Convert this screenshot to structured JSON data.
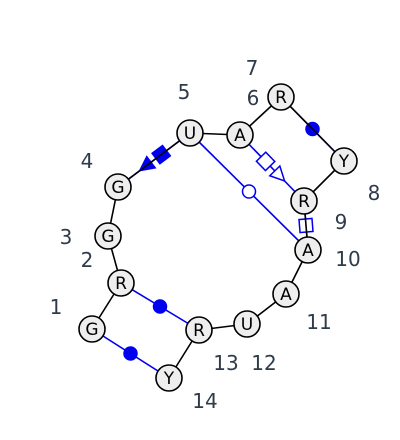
{
  "colors": {
    "interaction": "#0000ee",
    "backbone": "#000000",
    "node_fill": "#eeeeee",
    "label": "#2f3b4a"
  },
  "nucleotides": [
    {
      "index": "1",
      "letter": "G"
    },
    {
      "index": "2",
      "letter": "R"
    },
    {
      "index": "3",
      "letter": "G"
    },
    {
      "index": "4",
      "letter": "G"
    },
    {
      "index": "5",
      "letter": "U"
    },
    {
      "index": "6",
      "letter": "A"
    },
    {
      "index": "7",
      "letter": "R"
    },
    {
      "index": "8",
      "letter": "Y"
    },
    {
      "index": "9",
      "letter": "R"
    },
    {
      "index": "10",
      "letter": "A"
    },
    {
      "index": "11",
      "letter": "A"
    },
    {
      "index": "12",
      "letter": "U"
    },
    {
      "index": "13",
      "letter": "R"
    },
    {
      "index": "14",
      "letter": "Y"
    }
  ],
  "interactions": [
    {
      "from": "1",
      "to": "14",
      "symbol": "circle-filled"
    },
    {
      "from": "2",
      "to": "13",
      "symbol": "circle-filled"
    },
    {
      "from": "7",
      "to": "8",
      "symbol": "circle-filled"
    },
    {
      "from": "5",
      "to": "4",
      "symbol": "square-triangle-filled"
    },
    {
      "from": "5",
      "to": "10",
      "symbol": "circle-open"
    },
    {
      "from": "6",
      "to": "9",
      "symbol": "square-triangle-open"
    },
    {
      "from": "9",
      "to": "10",
      "symbol": "square-open"
    }
  ]
}
